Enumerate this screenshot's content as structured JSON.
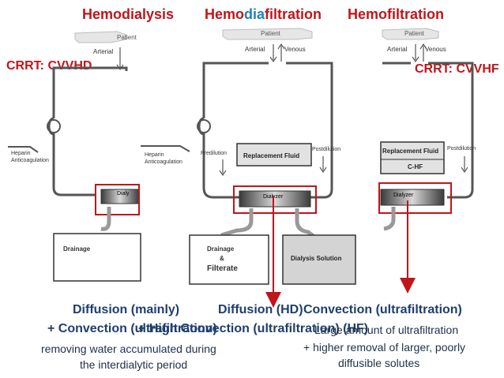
{
  "titles": {
    "hemodialysis": "Hemodialysis",
    "hemodiafiltration_prefix": "Hemo",
    "hemodiafiltration_mid": "dia",
    "hemodiafiltration_suffix": "filtration",
    "hemofiltration": "Hemofiltration"
  },
  "crrt": {
    "left": "CRRT: CVVHD",
    "right": "CRRT: CVVHF"
  },
  "diagram_labels": {
    "patient": "Patient",
    "arterial": "Arterial",
    "venous": "Venous",
    "heparin": "Heparin",
    "anticoagulation": "Anticoagulation",
    "dialyzer": "Dialyzer",
    "dialyzer_short": "Dialy",
    "replacement_fluid": "Replacement Fluid",
    "predilution": "Predilution",
    "postdilution": "Postdilution",
    "drainage": "Drainage",
    "ampersand": "&",
    "filterate": "Filterate",
    "dialysis_solution": "Dialysis Solution",
    "chf": "C-HF"
  },
  "captions": {
    "left_line1": "Diffusion (mainly)",
    "left_line2": "+ Convection (ultrafiltration)",
    "left_note1": "removing water accumulated during",
    "left_note2": "the interdialytic period",
    "mid_line1": "Diffusion (HD)",
    "mid_line2": "+ High Convection (ultrafiltration) (HF)",
    "right_line1": "Convection (ultrafiltration)",
    "right_note1": "Large amount of ultrafiltration",
    "right_note2": "+ higher removal of larger, poorly",
    "right_note3": "diffusible solutes"
  },
  "colors": {
    "accent_red": "#c0151b",
    "accent_blue": "#1f7fc0",
    "caption_navy": "#1f3e6e"
  }
}
